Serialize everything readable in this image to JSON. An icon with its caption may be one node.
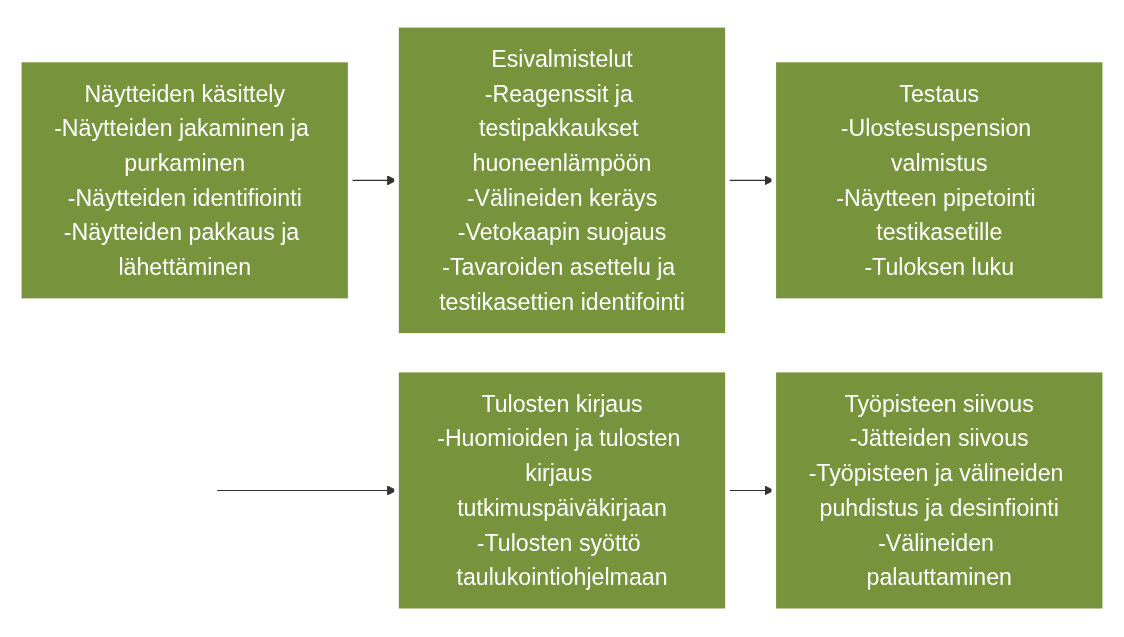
{
  "diagram": {
    "nodes": [
      {
        "text": [
          "Näytteiden käsittely",
          "-Näytteiden jakaminen ja purkaminen",
          "-Näytteiden identifiointi",
          "-Näytteiden pakkaus ja lähettäminen"
        ]
      },
      {
        "text": [
          "Esivalmistelut",
          "-Reagenssit ja testipakkaukset huoneenlämpöön",
          "-Välineiden keräys",
          "-Vetokaapin suojaus",
          "-Tavaroiden asettelu ja testikasettien identifointi"
        ]
      },
      {
        "text": [
          "Testaus",
          "-Ulostesuspension valmistus",
          "-Näytteen pipetointi testikasetille",
          "-Tuloksen luku"
        ]
      },
      {
        "text": [
          "Tulosten kirjaus",
          "-Huomioiden ja tulosten kirjaus tutkimuspäiväkirjaan",
          "-Tulosten syöttö taulukointiohjelmaan"
        ]
      },
      {
        "text": [
          "Työpisteen siivous",
          "-Jätteiden siivous",
          "-Työpisteen ja välineiden puhdistus ja desinfiointi",
          "-Välineiden palauttaminen"
        ]
      }
    ],
    "edges": [
      {
        "from": 0,
        "to": 1,
        "arrow": "to"
      },
      {
        "from": 1,
        "to": 2,
        "arrow": "to"
      },
      {
        "from": null,
        "to": 3,
        "arrow": "to"
      },
      {
        "from": 3,
        "to": 4,
        "arrow": "to"
      }
    ]
  }
}
